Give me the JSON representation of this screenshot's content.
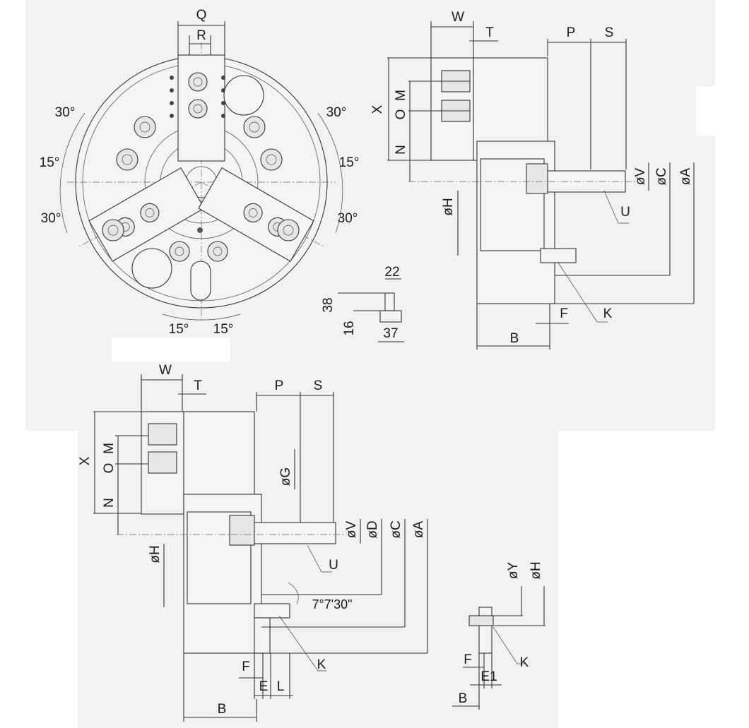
{
  "front_view": {
    "dims": {
      "q": "Q",
      "r": "R"
    },
    "angles": [
      "30°",
      "30°",
      "15°",
      "15°",
      "30°",
      "30°",
      "15°",
      "15°"
    ]
  },
  "side_view_top": {
    "dims": {
      "w": "W",
      "t": "T",
      "p": "P",
      "s": "S",
      "x": "X",
      "m": "M",
      "o": "O",
      "n": "N",
      "h": "øH",
      "v": "øV",
      "c": "øC",
      "a": "øA",
      "u": "U",
      "f": "F",
      "k": "K",
      "b": "B"
    }
  },
  "jaw_detail": {
    "d22": "22",
    "d38": "38",
    "d16": "16",
    "d37": "37"
  },
  "side_view_bottom": {
    "dims": {
      "w": "W",
      "t": "T",
      "p": "P",
      "s": "S",
      "x": "X",
      "m": "M",
      "o": "O",
      "n": "N",
      "g": "øG",
      "h": "øH",
      "v": "øV",
      "d": "øD",
      "c": "øC",
      "a": "øA",
      "u": "U",
      "angle": "7°7'30\"",
      "f": "F",
      "e": "E",
      "l": "L",
      "k": "K",
      "b": "B"
    }
  },
  "small_detail": {
    "y": "øY",
    "h": "øH",
    "f": "F",
    "k": "K",
    "e1": "E1",
    "b": "B"
  }
}
